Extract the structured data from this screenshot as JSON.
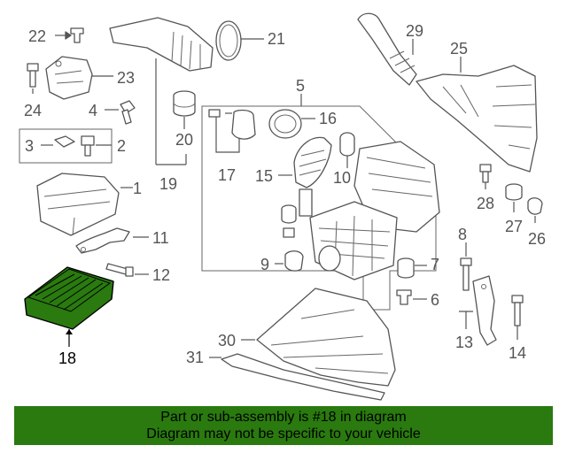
{
  "colors": {
    "banner_background": "#2a7a0f",
    "highlight_fill": "#2a7a0f",
    "line_art": "#555555"
  },
  "callouts": {
    "c1": "1",
    "c2": "2",
    "c3": "3",
    "c4": "4",
    "c5": "5",
    "c6": "6",
    "c7": "7",
    "c8": "8",
    "c9": "9",
    "c10": "10",
    "c11": "11",
    "c12": "12",
    "c13": "13",
    "c14": "14",
    "c15": "15",
    "c16": "16",
    "c17": "17",
    "c18": "18",
    "c19": "19",
    "c20": "20",
    "c21": "21",
    "c22": "22",
    "c23": "23",
    "c24": "24",
    "c25": "25",
    "c26": "26",
    "c27": "27",
    "c28": "28",
    "c29": "29",
    "c30": "30",
    "c31": "31"
  },
  "highlighted_part": "18",
  "banner": {
    "line1": "Part or sub-assembly is #18 in diagram",
    "line2": "Diagram may not be specific to your vehicle"
  }
}
